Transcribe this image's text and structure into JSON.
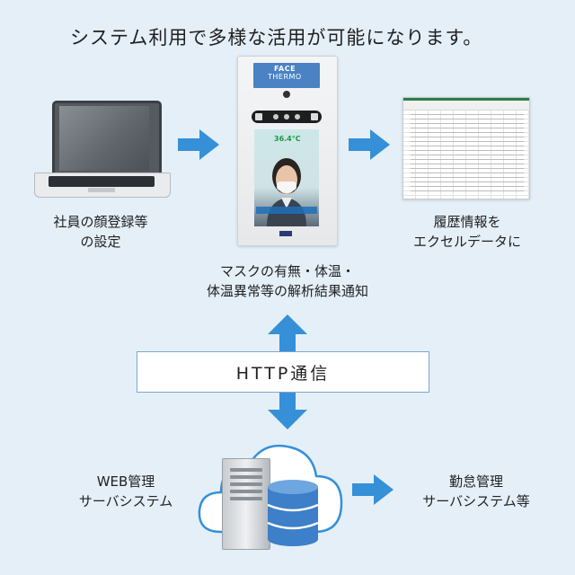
{
  "headline": "システム利用で多様な活用が可能になります。",
  "nodes": {
    "laptop": {
      "label_line1": "社員の顔登録等",
      "label_line2": "の設定"
    },
    "device": {
      "logo_face": "FACE",
      "logo_thermo": "THERMO",
      "screen_temp": "36.4°C",
      "label_line1": "マスクの有無・体温・",
      "label_line2": "体温異常等の解析結果通知"
    },
    "excel": {
      "label_line1": "履歴情報を",
      "label_line2": "エクセルデータに"
    },
    "web_server": {
      "label_line1": "WEB管理",
      "label_line2": "サーバシステム"
    },
    "attendance": {
      "label_line1": "勤怠管理",
      "label_line2": "サーバシステム等"
    }
  },
  "connection": {
    "label": "HTTP通信"
  },
  "colors": {
    "background": "#e4eff8",
    "arrow": "#3590d8",
    "http_border": "#7da6d2",
    "logo": "#4a82c3"
  },
  "icons": [
    "laptop-icon",
    "face-thermo-device",
    "spreadsheet-icon",
    "cloud-icon",
    "server-icon",
    "database-icon"
  ]
}
